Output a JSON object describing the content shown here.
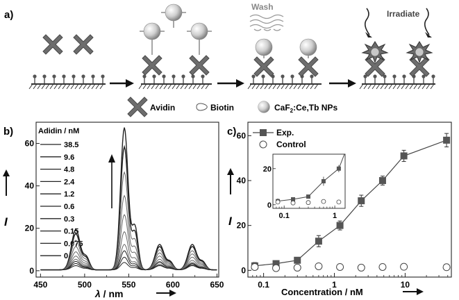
{
  "panel_a": {
    "label": "a)",
    "wash_label": "Wash",
    "irradiate_label": "Irradiate",
    "legend": {
      "avidin": "Avidin",
      "biotin": "Biotin",
      "nps_prefix": "CaF",
      "nps_sub": "2",
      "nps_suffix": ":Ce,Tb NPs"
    }
  },
  "panel_b": {
    "label": "b)",
    "legend_title": "Adidin / nM",
    "concentrations": [
      "38.5",
      "9.6",
      "4.8",
      "2.4",
      "1.2",
      "0.6",
      "0.3",
      "0.15",
      "0.075",
      "0"
    ],
    "ylabel": "I",
    "xlabel_symbol": "λ",
    "xlabel_unit": " / nm",
    "x_ticks": [
      "450",
      "500",
      "550",
      "600",
      "650"
    ],
    "y_ticks": [
      "0",
      "20",
      "40",
      "60"
    ]
  },
  "panel_c": {
    "label": "c)",
    "legend_exp": "Exp.",
    "legend_control": "Control",
    "ylabel": "I",
    "xlabel": "Concentration / nM",
    "x_ticks": [
      "0.1",
      "1",
      "10"
    ],
    "y_ticks": [
      "0",
      "20",
      "40",
      "60"
    ],
    "inset_x_ticks": [
      "0.1",
      "1"
    ],
    "inset_y_ticks": [
      "0",
      "20"
    ]
  },
  "chart_data": [
    {
      "type": "line",
      "panel": "b",
      "xlabel": "λ / nm",
      "ylabel": "I",
      "xlim": [
        445,
        652
      ],
      "ylim": [
        -3,
        70
      ],
      "x_ticks": [
        450,
        500,
        550,
        600,
        650
      ],
      "y_ticks": [
        0,
        20,
        40,
        60
      ],
      "peaks_nm": [
        490,
        545,
        585,
        622
      ],
      "series": [
        {
          "name": "38.5",
          "peak_heights": [
            19,
            67,
            12,
            12
          ]
        },
        {
          "name": "9.6",
          "peak_heights": [
            17,
            58,
            11,
            11
          ]
        },
        {
          "name": "4.8",
          "peak_heights": [
            14,
            46,
            9.5,
            9
          ]
        },
        {
          "name": "2.4",
          "peak_heights": [
            11,
            35,
            8,
            7.5
          ]
        },
        {
          "name": "1.2",
          "peak_heights": [
            8.5,
            26,
            6.5,
            6
          ]
        },
        {
          "name": "0.6",
          "peak_heights": [
            6.5,
            18,
            5,
            4.5
          ]
        },
        {
          "name": "0.3",
          "peak_heights": [
            5,
            12,
            4,
            3.5
          ]
        },
        {
          "name": "0.15",
          "peak_heights": [
            4,
            9,
            3.5,
            3
          ]
        },
        {
          "name": "0.075",
          "peak_heights": [
            3,
            6,
            2.5,
            2.5
          ]
        },
        {
          "name": "0",
          "peak_heights": [
            2,
            3.5,
            2,
            2
          ]
        }
      ]
    },
    {
      "type": "scatter",
      "panel": "c",
      "xlabel": "Concentration / nM",
      "ylabel": "I",
      "xscale": "log",
      "xlim": [
        0.06,
        45
      ],
      "ylim": [
        -3,
        66
      ],
      "series": [
        {
          "name": "Exp.",
          "marker": "filled-square",
          "connected": true,
          "x": [
            0.075,
            0.15,
            0.3,
            0.6,
            1.2,
            2.4,
            4.8,
            9.6,
            38.5
          ],
          "y": [
            2,
            3,
            4.5,
            13,
            20,
            31,
            40,
            51,
            58
          ],
          "err": [
            1.5,
            1,
            1,
            2.5,
            2,
            2.5,
            2,
            2.5,
            3
          ]
        },
        {
          "name": "Control",
          "marker": "open-circle",
          "connected": false,
          "x": [
            0.075,
            0.15,
            0.3,
            0.6,
            1.2,
            2.4,
            4.8,
            9.6,
            38.5
          ],
          "y": [
            1.5,
            1,
            1.2,
            1.8,
            1.5,
            1.2,
            1.5,
            1.6,
            1.4
          ]
        }
      ],
      "inset": {
        "xscale": "log",
        "xlim": [
          0.06,
          1.6
        ],
        "ylim": [
          -2,
          28
        ],
        "exp_x": [
          0.075,
          0.15,
          0.3,
          0.6,
          1.2
        ],
        "exp_y": [
          2,
          3,
          4.5,
          13,
          20
        ],
        "exp_err": [
          1.5,
          1,
          1,
          2.5,
          2
        ],
        "control_x": [
          0.075,
          0.15,
          0.3,
          0.6,
          1.2
        ],
        "control_y": [
          1.5,
          1,
          1.2,
          1.8,
          1.5
        ]
      }
    }
  ]
}
